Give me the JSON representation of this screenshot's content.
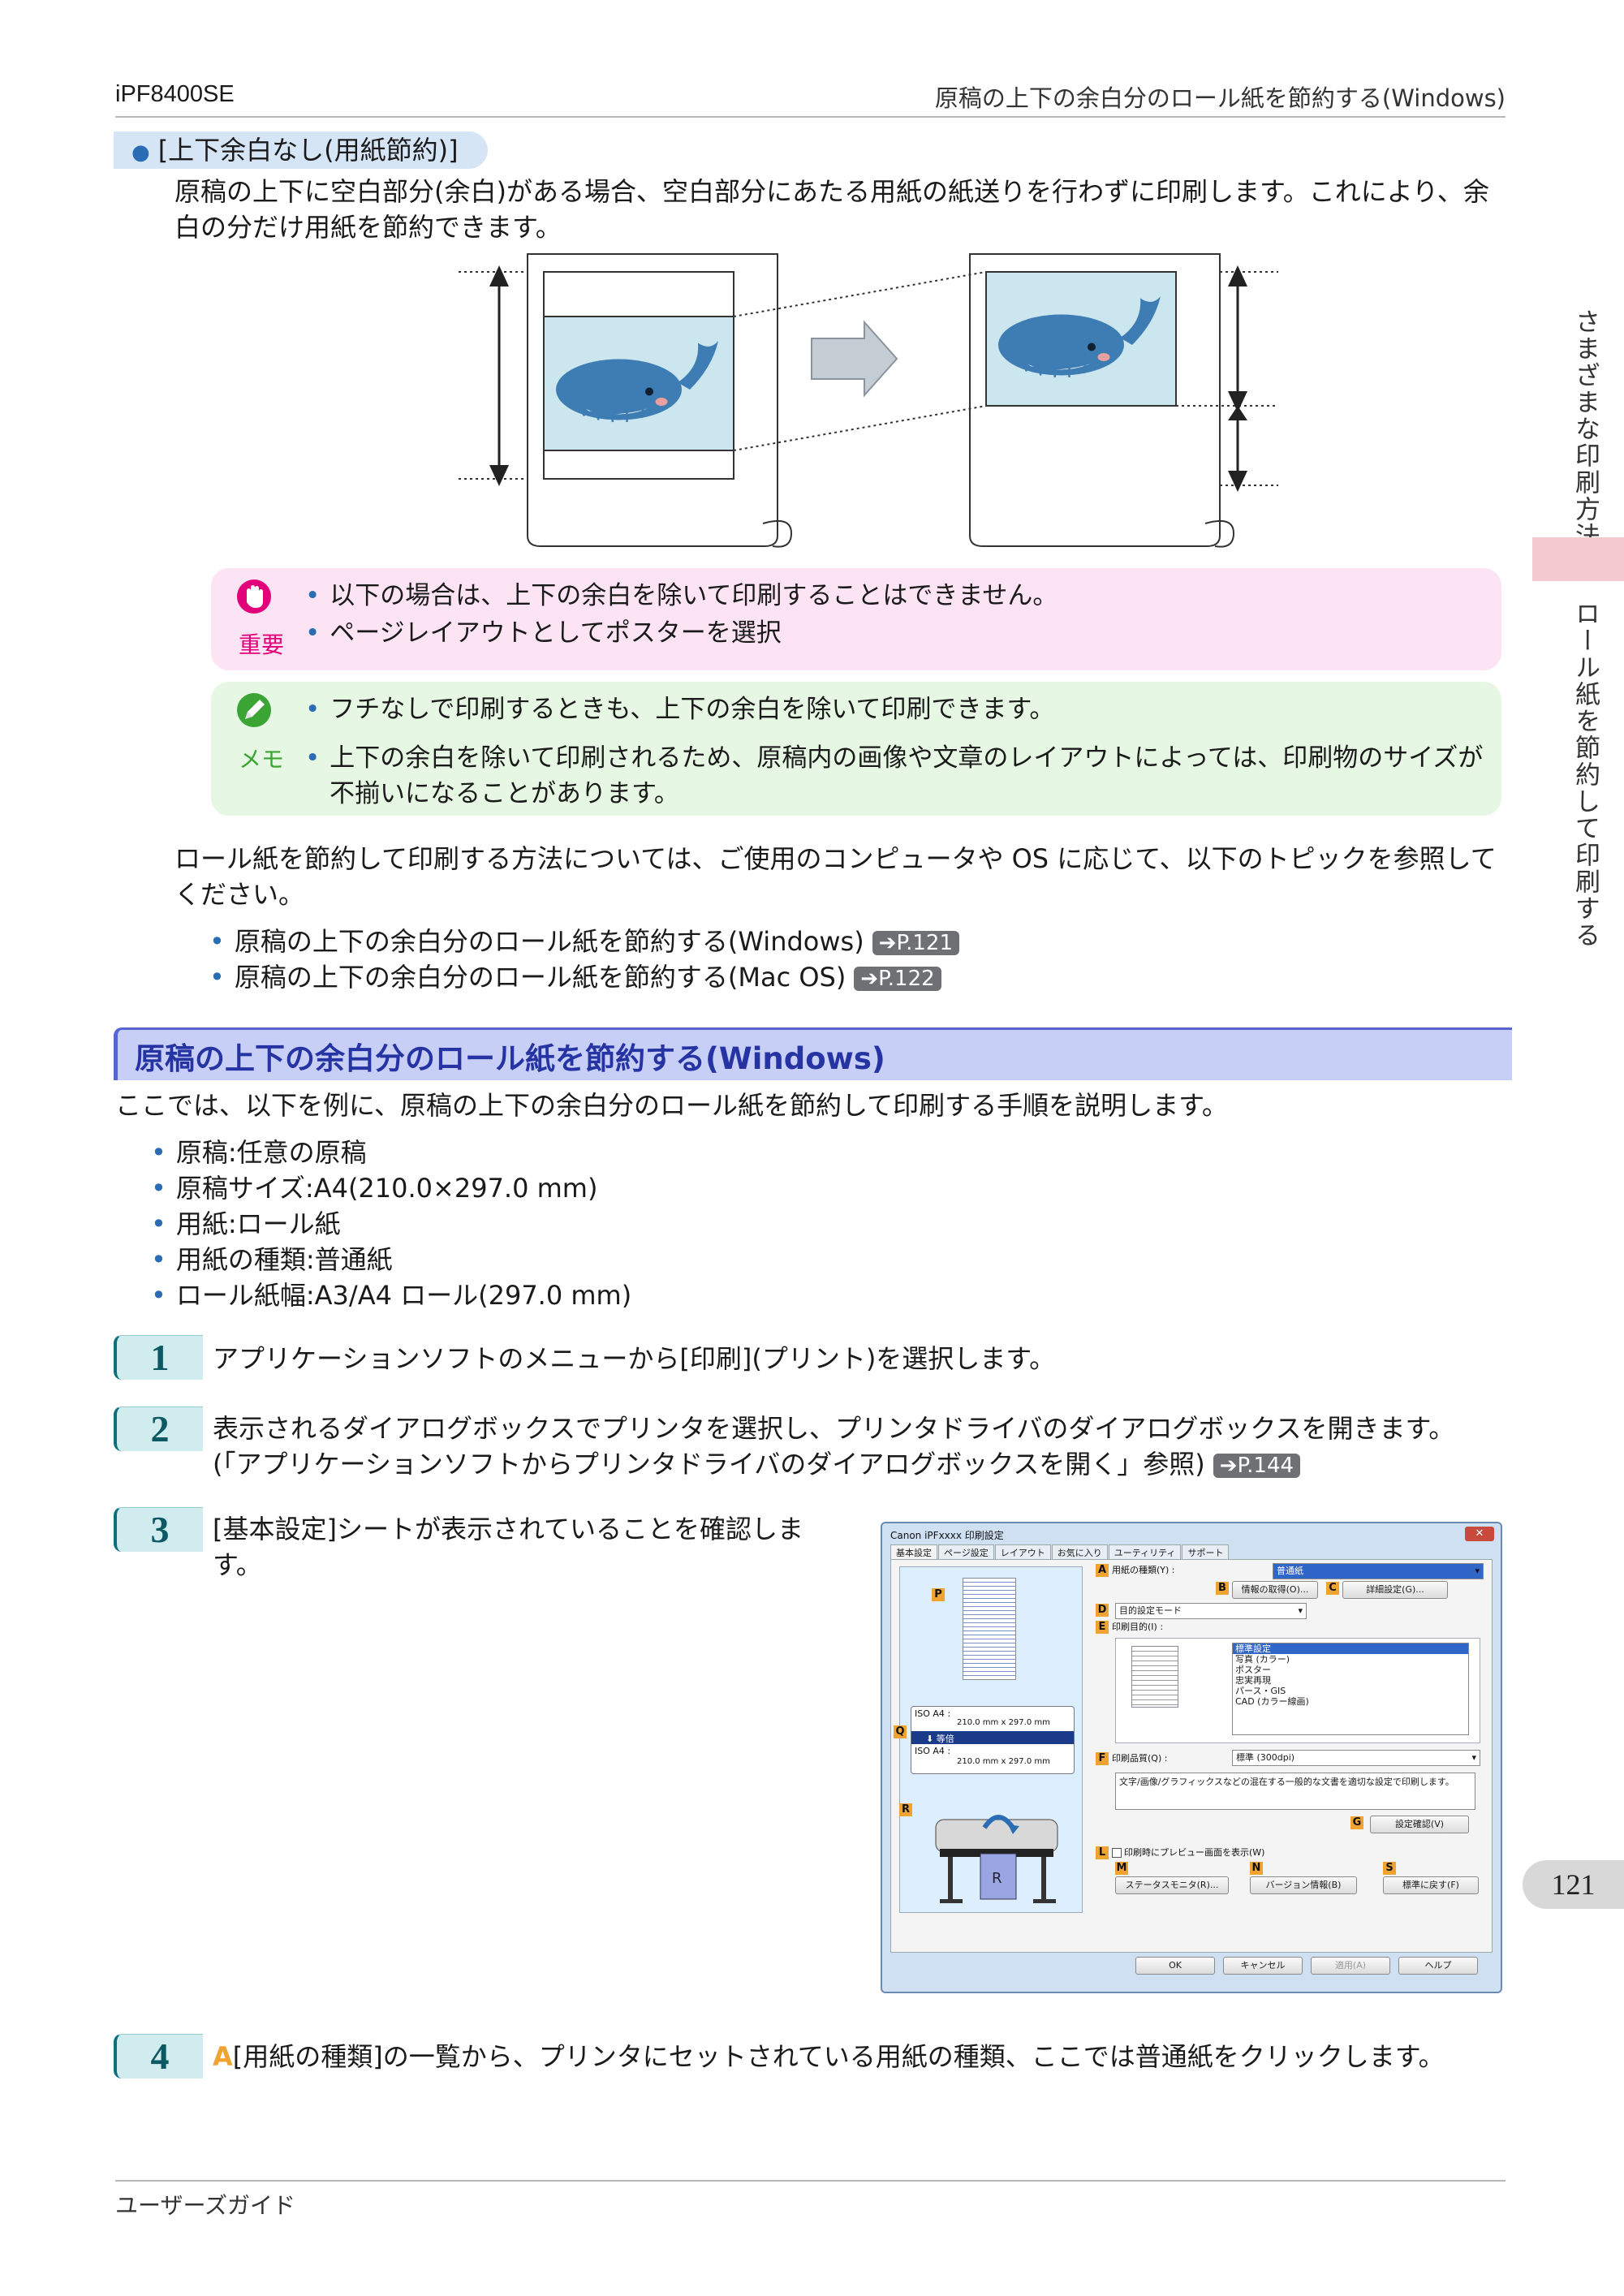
{
  "header": {
    "model": "iPF8400SE",
    "title": "原稿の上下の余白分のロール紙を節約する(Windows)"
  },
  "side": {
    "tab1": "さまざまな印刷方法",
    "tab2": "ロール紙を節約して印刷する",
    "page_number": "121"
  },
  "intro": {
    "option_label": "[上下余白なし(用紙節約)]",
    "description": "原稿の上下に空白部分(余白)がある場合、空白部分にあたる用紙の紙送りを行わずに印刷します。これにより、余白の分だけ用紙を節約できます。"
  },
  "important": {
    "label": "重要",
    "items": [
      "以下の場合は、上下の余白を除いて印刷することはできません。",
      "ページレイアウトとしてポスターを選択"
    ]
  },
  "memo": {
    "label": "メモ",
    "items": [
      "フチなしで印刷するときも、上下の余白を除いて印刷できます。",
      "上下の余白を除いて印刷されるため、原稿内の画像や文章のレイアウトによっては、印刷物のサイズが不揃いになることがあります。"
    ]
  },
  "refs": {
    "intro": "ロール紙を節約して印刷する方法については、ご使用のコンピュータや OS に応じて、以下のトピックを参照してください。",
    "items": [
      {
        "text": "原稿の上下の余白分のロール紙を節約する(Windows)",
        "badge": "➔P.121"
      },
      {
        "text": "原稿の上下の余白分のロール紙を節約する(Mac OS)",
        "badge": "➔P.122"
      }
    ]
  },
  "section": {
    "title": "原稿の上下の余白分のロール紙を節約する(Windows)",
    "intro": "ここでは、以下を例に、原稿の上下の余白分のロール紙を節約して印刷する手順を説明します。",
    "conditions": [
      "原稿:任意の原稿",
      "原稿サイズ:A4(210.0×297.0 mm)",
      "用紙:ロール紙",
      "用紙の種類:普通紙",
      "ロール紙幅:A3/A4 ロール(297.0 mm)"
    ]
  },
  "steps": [
    {
      "num": "1",
      "text": "アプリケーションソフトのメニューから[印刷](プリント)を選択します。"
    },
    {
      "num": "2",
      "text": "表示されるダイアログボックスでプリンタを選択し、プリンタドライバのダイアログボックスを開きます。",
      "text2": "(「アプリケーションソフトからプリンタドライバのダイアログボックスを開く」参照)",
      "badge": "➔P.144"
    },
    {
      "num": "3",
      "text": "[基本設定]シートが表示されていることを確認しま",
      "text2": "す。"
    },
    {
      "num": "4",
      "prefix": "A",
      "text": "[用紙の種類]の一覧から、プリンタにセットされている用紙の種類、ここでは普通紙をクリックします。"
    }
  ],
  "dialog": {
    "title": "Canon iPFxxxx 印刷設定",
    "close": "✕",
    "tabs": [
      "基本設定",
      "ページ設定",
      "レイアウト",
      "お気に入り",
      "ユーティリティ",
      "サポート"
    ],
    "paper_type_label": "用紙の種類(Y) :",
    "paper_type_value": "普通紙",
    "info_button": "情報の取得(O)...",
    "detail_button": "詳細設定(G)...",
    "mode_select": "目的設定モード",
    "purpose_label": "印刷目的(I) :",
    "purpose_items": [
      "標準設定",
      "写真 (カラー)",
      "ポスター",
      "忠実再現",
      "パース・GIS",
      "CAD (カラー線画)"
    ],
    "quality_label": "印刷品質(Q) :",
    "quality_value": "標準 (300dpi)",
    "quality_desc": "文字/画像/グラフィックスなどの混在する一般的な文書を適切な設定で印刷します。",
    "confirm_button": "設定確認(V)",
    "preview_check": "印刷時にプレビュー画面を表示(W)",
    "status_button": "ステータスモニタ(R)...",
    "version_button": "バージョン情報(B)",
    "default_button": "標準に戻す(F)",
    "ok": "OK",
    "cancel": "キャンセル",
    "apply": "適用(A)",
    "help": "ヘルプ",
    "size_info": {
      "src_label": "ISO A4 :",
      "src_size": "210.0 mm x 297.0 mm",
      "scale": "等倍",
      "dst_label": "ISO A4 :",
      "dst_size": "210.0 mm x 297.0 mm"
    },
    "letters": {
      "A": "A",
      "B": "B",
      "C": "C",
      "D": "D",
      "E": "E",
      "F": "F",
      "G": "G",
      "L": "L",
      "M": "M",
      "N": "N",
      "S": "S",
      "P": "P",
      "Q": "Q",
      "R": "R"
    }
  },
  "footer": {
    "text": "ユーザーズガイド"
  },
  "colors": {
    "accent_blue": "#2a6db5",
    "section_bar": "#c7cff6",
    "important_bg": "#fde4f4",
    "memo_bg": "#e6f7e3"
  }
}
